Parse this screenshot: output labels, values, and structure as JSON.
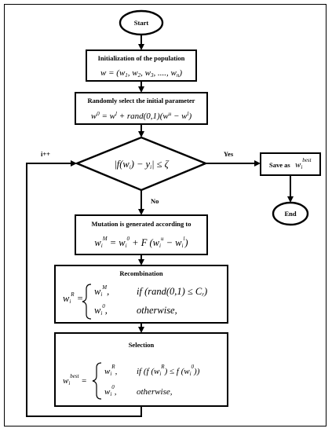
{
  "start": {
    "label": "Start"
  },
  "end": {
    "label": "End"
  },
  "init": {
    "title": "Initialization of the population",
    "formula": "w = (w1, w2, w3, ..., wn)"
  },
  "select": {
    "title": "Randomly select the initial parameter",
    "formula": "w0 = wl + rand(0,1)(wu − wl)"
  },
  "decision": {
    "condition": "|f(wi) − yi| ≤ ζ",
    "yes_label": "Yes",
    "no_label": "No",
    "loop_label": "i++"
  },
  "save": {
    "label": "Save as",
    "formula": "wi best"
  },
  "mutation": {
    "title": "Mutation is generated according to",
    "formula": "wiM = wi0 + F (wiu − wil)"
  },
  "recombination": {
    "title": "Recombination",
    "formula": "wiR = { wiM, if (rand(0,1) ≤ Cr) ; wi0, otherwise,"
  },
  "selection": {
    "title": "Selection",
    "formula": "wibest = { wiR, if (f(wiR) ≤ f(wi0)) ; wi0, otherwise,"
  }
}
